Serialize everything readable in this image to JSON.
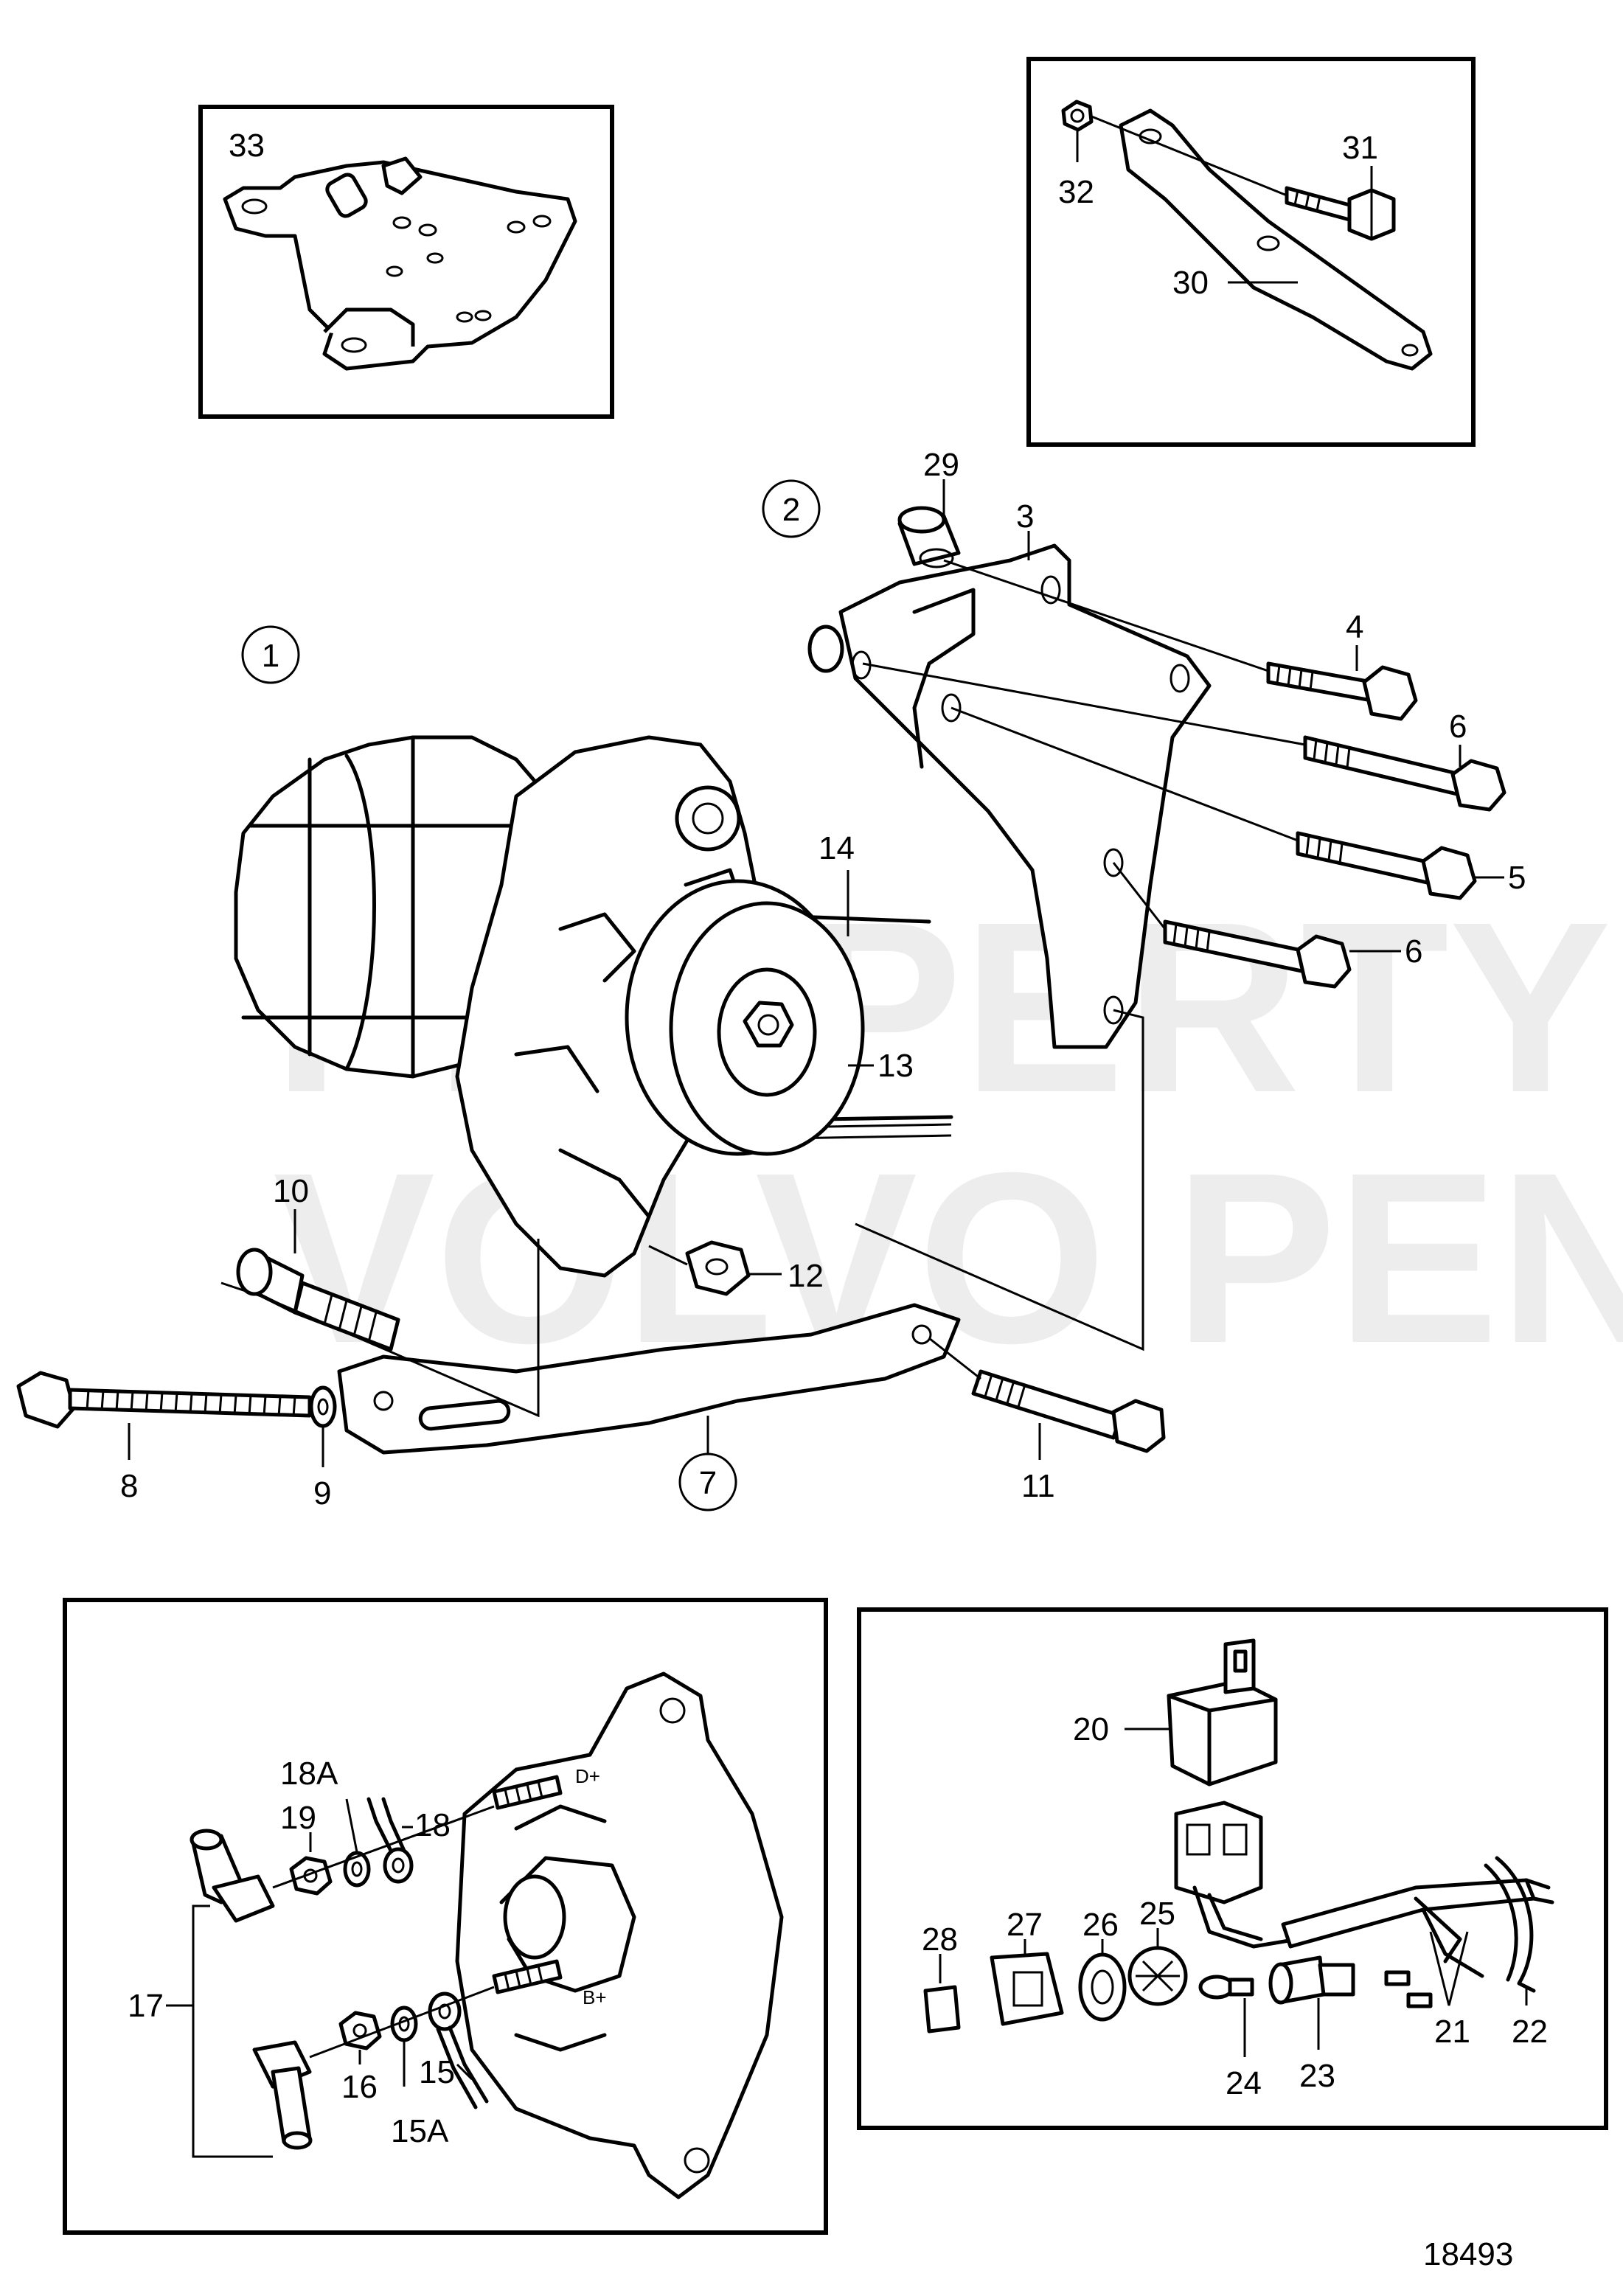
{
  "watermark": {
    "line1": "PROPERTY OF",
    "line2": "VOLVO PENTA"
  },
  "drawing_number": "18493",
  "callouts": {
    "c1": "1",
    "c2": "2",
    "c3": "3",
    "c4": "4",
    "c5": "5",
    "c6a": "6",
    "c6b": "6",
    "c7": "7",
    "c8": "8",
    "c9": "9",
    "c10": "10",
    "c11": "11",
    "c12": "12",
    "c13": "13",
    "c14": "14",
    "c15": "15",
    "c15a": "15A",
    "c16": "16",
    "c17": "17",
    "c18": "18",
    "c18a": "18A",
    "c19": "19",
    "c20": "20",
    "c21": "21",
    "c22": "22",
    "c23": "23",
    "c24": "24",
    "c25": "25",
    "c26": "26",
    "c27": "27",
    "c28": "28",
    "c29": "29",
    "c30": "30",
    "c31": "31",
    "c32": "32",
    "c33": "33"
  },
  "terminal_marks": {
    "d_plus": "D+",
    "b_plus": "B+"
  }
}
